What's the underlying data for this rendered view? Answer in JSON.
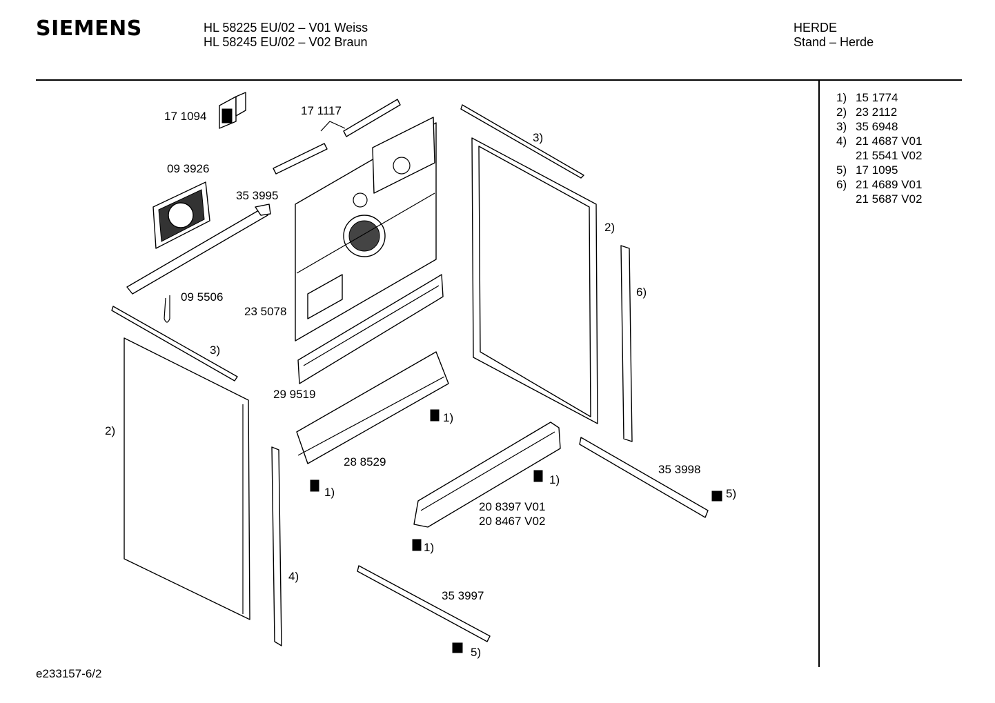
{
  "header": {
    "brand": "SIEMENS",
    "models": [
      "HL 58225 EU/02 – V01 Weiss",
      "HL 58245 EU/02 – V02 Braun"
    ],
    "category": "HERDE",
    "subcategory": "Stand – Herde"
  },
  "diagram_labels": {
    "p171094": "17 1094",
    "p171117": "17 1117",
    "p093926": "09 3926",
    "p353995": "35 3995",
    "p095506": "09 5506",
    "p235078": "23 5078",
    "p299519": "29 9519",
    "p288529": "28 8529",
    "p208397": "20 8397 V01",
    "p208467": "20 8467 V02",
    "p353997": "35 3997",
    "p353998": "35 3998",
    "ref3_top": "3)",
    "ref2_right": "2)",
    "ref6": "6)",
    "ref3_left": "3)",
    "ref2_left": "2)",
    "ref4": "4)",
    "ref1_a": "1)",
    "ref1_b": "1)",
    "ref1_c": "1)",
    "ref1_d": "1)",
    "ref5_a": "5)",
    "ref5_b": "5)"
  },
  "legend": [
    {
      "num": "1)",
      "part": "15 1774"
    },
    {
      "num": "2)",
      "part": "23 2112"
    },
    {
      "num": "3)",
      "part": "35 6948"
    },
    {
      "num": "4)",
      "part": "21 4687 V01"
    },
    {
      "num": "",
      "part": "21 5541 V02"
    },
    {
      "num": "5)",
      "part": "17 1095"
    },
    {
      "num": "6)",
      "part": "21 4689 V01"
    },
    {
      "num": "",
      "part": "21 5687 V02"
    }
  ],
  "footer": {
    "doc_id": "e233157-6/2"
  }
}
